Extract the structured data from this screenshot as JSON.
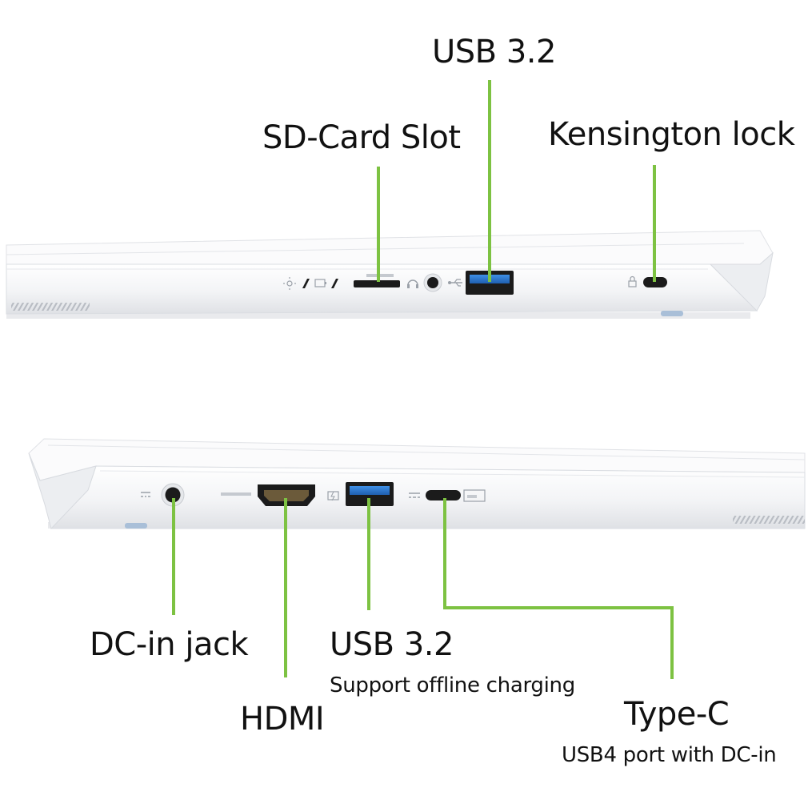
{
  "colors": {
    "leader_line": "#7dc242",
    "laptop_body": "#f3f4f6",
    "port_black": "#1b1b1b",
    "usb_blue": "#2f7fd6",
    "foot_blue": "#a9bfd8",
    "text": "#111111"
  },
  "labels": {
    "top": {
      "usb": "USB 3.2",
      "sd_card": "SD-Card Slot",
      "kensington": "Kensington lock"
    },
    "bottom": {
      "dc_in": "DC-in jack",
      "hdmi": "HDMI",
      "usb": "USB 3.2",
      "usb_note": "Support offline charging",
      "type_c": "Type-C",
      "type_c_note": "USB4 port with DC-in"
    }
  },
  "port_icons": {
    "top": [
      "brightness-icon",
      "battery-icon",
      "sd-card-icon",
      "headset-icon",
      "usb-symbol-icon",
      "lock-icon"
    ],
    "bottom": [
      "dc-power-icon",
      "hdmi-text-icon",
      "battery-charge-icon",
      "dc-symbol-icon",
      "usb-c-box-icon"
    ]
  }
}
